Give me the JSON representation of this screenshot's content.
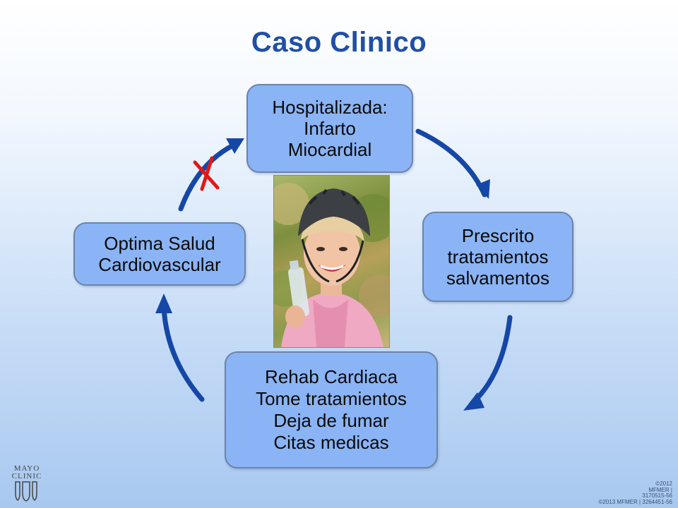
{
  "title": "Caso Clinico",
  "nodes": {
    "top": "Hospitalizada:\nInfarto\nMiocardial",
    "right": "Prescrito\ntratamientos\nsalvamentos",
    "bottom": "Rehab Cardiaca\nTome tratamientos\nDeja de fumar\nCitas medicas",
    "left": "Optima Salud\nCardiovascular"
  },
  "colors": {
    "title": "#1f4fa8",
    "node_fill": "#8ab4f5",
    "arrow": "#1547a6",
    "cross": "#e01818"
  },
  "icons": {
    "blocked_marker": "red-x-icon",
    "logo": "mayo-clinic-shield-icon"
  },
  "logo": {
    "line1": "MAYO",
    "line2": "CLINIC"
  },
  "copyright": {
    "line1": "©2012",
    "line2": "MFMER  |",
    "line3": "3170515-56",
    "line4": "©2013 MFMER  |  3264451-56"
  }
}
